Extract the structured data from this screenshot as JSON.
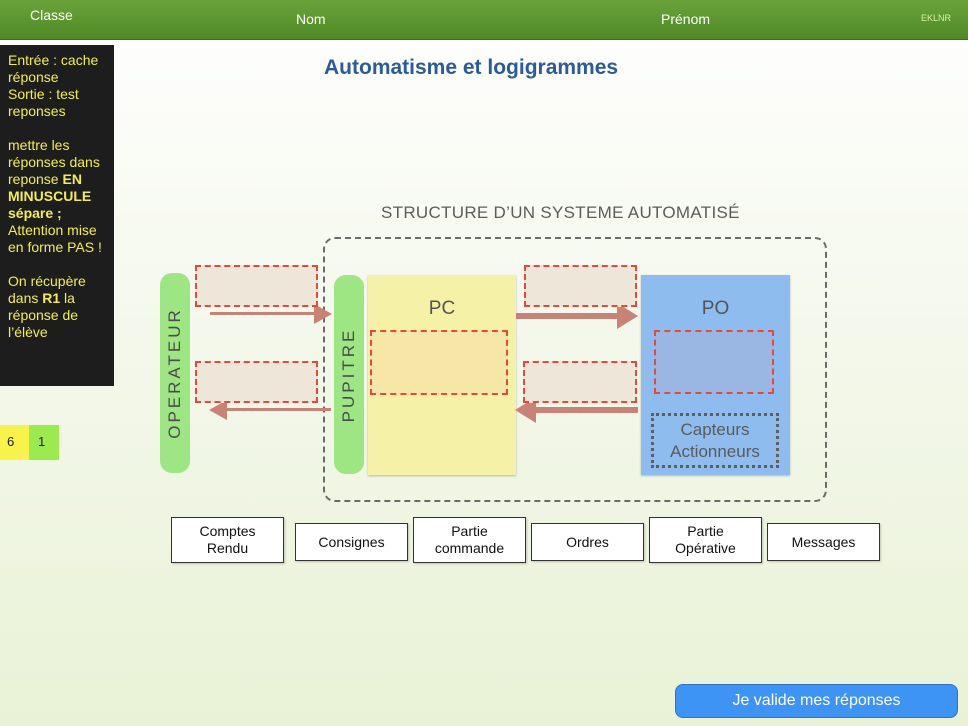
{
  "header": {
    "classe_label": "Classe",
    "nom_label": "Nom",
    "prenom_label": "Prénom",
    "code": "EKLNR"
  },
  "sidebar": {
    "line1": "Entrée : cache réponse",
    "line2": "Sortie : test reponses",
    "line3_a": "mettre les réponses dans reponse ",
    "line3_bold": "EN MINUSCULE sépare ;",
    "line3_b": " Attention mise en forme PAS !",
    "line4_a": "On récupère dans ",
    "line4_bold": "R1",
    "line4_b": " la réponse de l’élève"
  },
  "score": {
    "a": "6",
    "b": "1"
  },
  "page": {
    "title": "Automatisme et logigrammes",
    "diagram_title": "STRUCTURE D’UN SYSTEME AUTOMATISÉ"
  },
  "diagram": {
    "operateur": "OPERATEUR",
    "pupitre": "PUPITRE",
    "pc": "PC",
    "po": "PO",
    "capteurs": "Capteurs",
    "actionneurs": "Actionneurs"
  },
  "answers": [
    {
      "line1": "Comptes",
      "line2": "Rendu"
    },
    {
      "line1": "Consignes",
      "line2": ""
    },
    {
      "line1": "Partie",
      "line2": "commande"
    },
    {
      "line1": "Ordres",
      "line2": ""
    },
    {
      "line1": "Partie",
      "line2": "Opérative"
    },
    {
      "line1": "Messages",
      "line2": ""
    }
  ],
  "validate_label": "Je valide mes réponses",
  "colors": {
    "header_green": "#5a962e",
    "side_text": "#f2ef4a",
    "title_blue": "#2a5c9a",
    "arrow": "#c98276",
    "slot_border": "#e44a3a",
    "button_blue": "#3d94f5"
  }
}
